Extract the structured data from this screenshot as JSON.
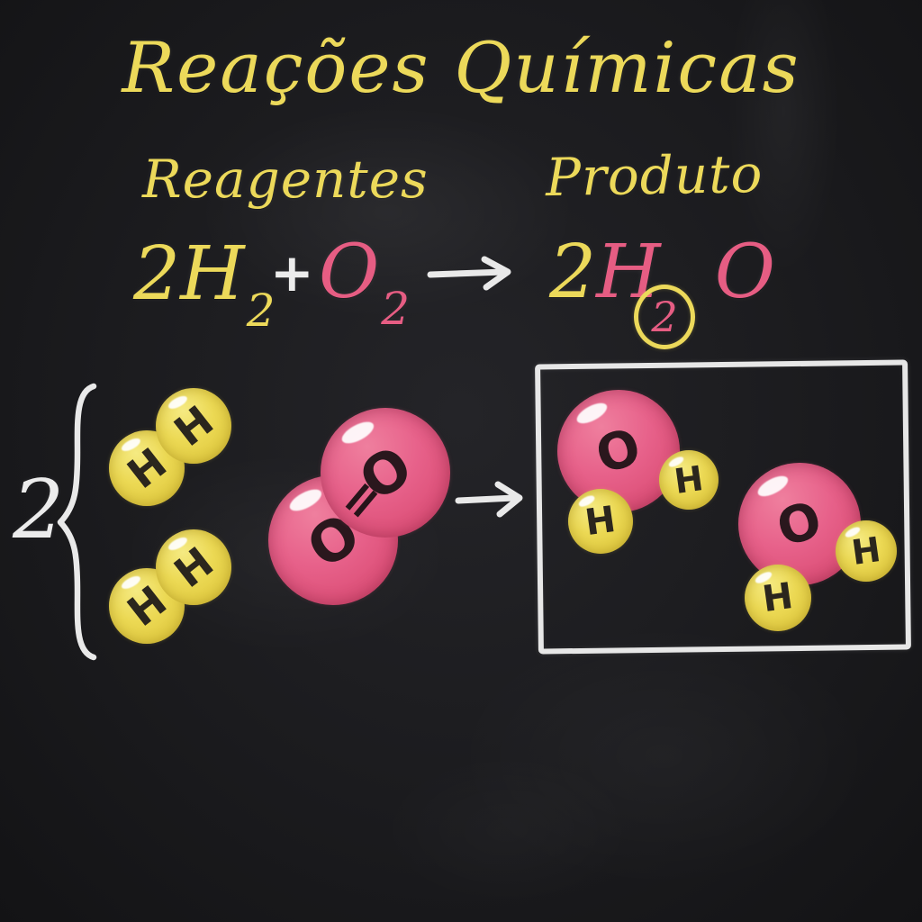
{
  "header": {
    "title": "Reações Químicas",
    "reactants_label": "Reagentes",
    "product_label": "Produto"
  },
  "equation": {
    "hydrogen": {
      "coefficient": "2",
      "symbol": "H",
      "subscript": "2"
    },
    "plus_sign": "+",
    "oxygen": {
      "symbol": "O",
      "subscript": "2"
    },
    "product": {
      "coefficient": "2",
      "hydrogen_symbol": "H",
      "subscript": "2",
      "oxygen_symbol": "O"
    }
  },
  "particle_model": {
    "group_coefficient": "2",
    "hydrogen_label": "H",
    "oxygen_label": "O",
    "double_bond": "="
  },
  "colors": {
    "chalk_yellow": "#ecd95a",
    "chalk_pink": "#e65d83",
    "chalk_white": "#ececec",
    "board_background": "#1b1b1e",
    "atom_letter": "#2a241f"
  }
}
